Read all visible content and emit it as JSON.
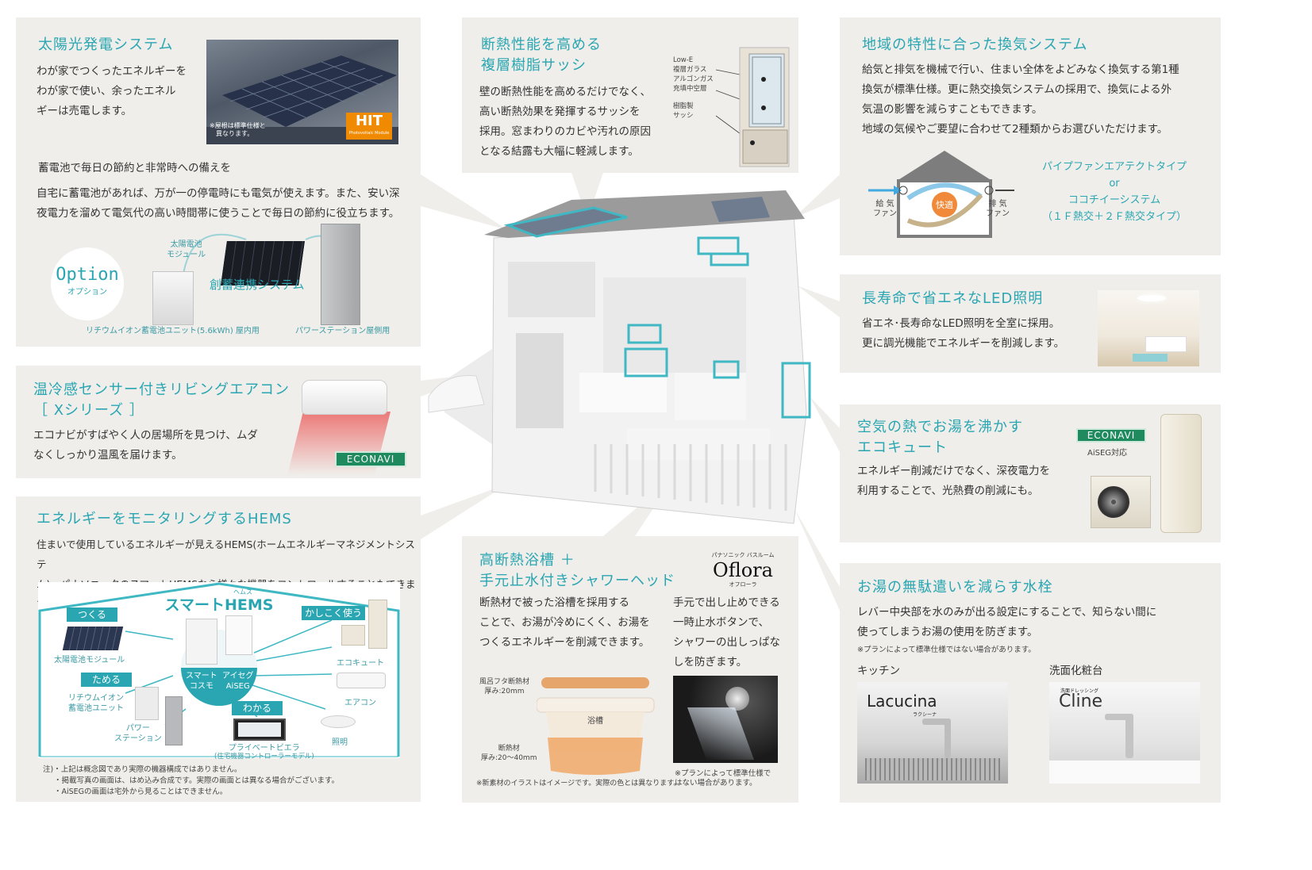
{
  "colors": {
    "accent": "#2aa6b2",
    "panel": "#efeeea",
    "econavi": "#1f8a5e"
  },
  "solar": {
    "title": "太陽光発電システム",
    "lines": [
      "わが家でつくったエネルギーを",
      "わが家で使い、余ったエネル",
      "ギーは売電します。"
    ],
    "photo_note": [
      "※屋根は標準仕様と",
      "　異なります。"
    ],
    "hit_logo": "HIT",
    "hit_sub": "Photovoltaic Module",
    "battery_heading": "蓄電池で毎日の節約と非常時への備えを",
    "battery_lines": [
      "自宅に蓄電池があれば、万が一の停電時にも電気が使えます。また、安い深",
      "夜電力を溜めて電気代の高い時間帯に使うことで毎日の節約に役立ちます。"
    ],
    "option_en": "Option",
    "option_jp": "オプション",
    "module_label": [
      "太陽電池",
      "モジュール"
    ],
    "link_system": "創蓄連携システム",
    "battery_caption": "リチウムイオン蓄電池ユニット(5.6kWh) 屋内用",
    "station_caption": "パワーステーション屋側用"
  },
  "sash": {
    "title_lines": [
      "断熱性能を高める",
      "複層樹脂サッシ"
    ],
    "lines": [
      "壁の断熱性能を高めるだけでなく、",
      "高い断熱効果を発揮するサッシを",
      "採用。窓まわりのカビや汚れの原因",
      "となる結露も大幅に軽減します。"
    ],
    "labels": [
      "Low-E",
      "複層ガラス",
      "アルゴンガス",
      "充填中空層",
      "樹脂製",
      "サッシ"
    ]
  },
  "ventilation": {
    "title": "地域の特性に合った換気システム",
    "lines": [
      "給気と排気を機械で行い、住まい全体をよどみなく換気する第1種",
      "換気が標準仕様。更に熱交換気システムの採用で、換気による外",
      "気温の影響を減らすこともできます。",
      "地域の気候やご要望に合わせて2種類からお選びいただけます。"
    ],
    "supply_label": [
      "給 気",
      "ファン"
    ],
    "exhaust_label": [
      "排 気",
      "ファン"
    ],
    "comfort": "快適",
    "option1": "パイプファンエアテクトタイプ",
    "or": "or",
    "option2": "ココチイーシステム",
    "option2_sub": "（１Ｆ熱交＋２Ｆ熱交タイプ）"
  },
  "led": {
    "title": "長寿命で省エネなLED照明",
    "lines": [
      "省エネ･長寿命なLED照明を全室に採用。",
      "更に調光機能でエネルギーを削減します。"
    ]
  },
  "aircon": {
    "title": "温冷感センサー付きリビングエアコン",
    "subtitle": "［ Xシリーズ ］",
    "lines": [
      "エコナビがすばやく人の居場所を見つけ、ムダ",
      "なくしっかり温風を届けます。"
    ],
    "econavi": "ECONAVI"
  },
  "ecocute": {
    "title_lines": [
      "空気の熱でお湯を沸かす",
      "エコキュート"
    ],
    "lines": [
      "エネルギー削減だけでなく、深夜電力を",
      "利用することで、光熱費の削減にも。"
    ],
    "econavi": "ECONAVI",
    "aiseg": "AiSEG対応"
  },
  "hems": {
    "title": "エネルギーをモニタリングするHEMS",
    "lines": [
      "住まいで使用しているエネルギーが見えるHEMS(ホームエネルギーマネジメントシステ",
      "ム)。パナソニックのスマートHEMSなら様々な機器をコントロールすることもできます。"
    ],
    "ruby": "ヘムス",
    "diagram_title": "スマートHEMS",
    "tag_make": "つくる",
    "tag_store": "ためる",
    "tag_smart": "かしこく使う",
    "tag_know": "わかる",
    "solar_module": "太陽電池モジュール",
    "li_battery": [
      "リチウムイオン",
      "蓄電池ユニット"
    ],
    "power_station": [
      "パワー",
      "ステーション"
    ],
    "smart_cosmo": [
      "スマート",
      "コスモ"
    ],
    "aiseg": [
      "アイセグ",
      "AiSEG"
    ],
    "ecocute": "エコキュート",
    "aircon": "エアコン",
    "lighting": "照明",
    "viera": "プライベートビエラ",
    "viera_sub": "(住宅機器コントローラーモデル)",
    "notes": [
      "注)・上記は概念図であり実際の機器構成ではありません。",
      "・掲載写真の画面は、はめ込み合成です。実際の画面とは異なる場合がございます。",
      "・AiSEGの画面は宅外から見ることはできません。"
    ]
  },
  "bath": {
    "title_lines": [
      "高断熱浴槽 ＋",
      "手元止水付きシャワーヘッド"
    ],
    "brand_small": "パナソニック バスルーム",
    "brand": "Oflora",
    "brand_kana": "オフローラ",
    "left_lines": [
      "断熱材で被った浴槽を採用する",
      "ことで、お湯が冷めにくく、お湯を",
      "つくるエネルギーを削減できます。"
    ],
    "right_lines": [
      "手元で出し止めできる",
      "一時止水ボタンで、",
      "シャワーの出しっぱな",
      "しを防ぎます。"
    ],
    "lid_label": [
      "風呂フタ断熱材",
      "厚み:20mm"
    ],
    "tub_label": "浴槽",
    "insul_label": [
      "断熱材",
      "厚み:20〜40mm"
    ],
    "note": "※新素材のイラストはイメージです。実際の色とは異なります。",
    "shower_note": [
      "※プランによって標準仕様で",
      "はない場合があります。"
    ]
  },
  "faucet": {
    "title": "お湯の無駄遣いを減らす水栓",
    "lines": [
      "レバー中央部を水のみが出る設定にすることで、知らない間に",
      "使ってしまうお湯の使用を防ぎます。"
    ],
    "note": "※プランによって標準仕様ではない場合があります。",
    "kitchen": "キッチン",
    "vanity": "洗面化粧台",
    "kitchen_brand": "Lacucina",
    "kitchen_kana": "ラクシーナ",
    "vanity_brand": "Cline",
    "vanity_small": "洗面ドレッシング"
  }
}
